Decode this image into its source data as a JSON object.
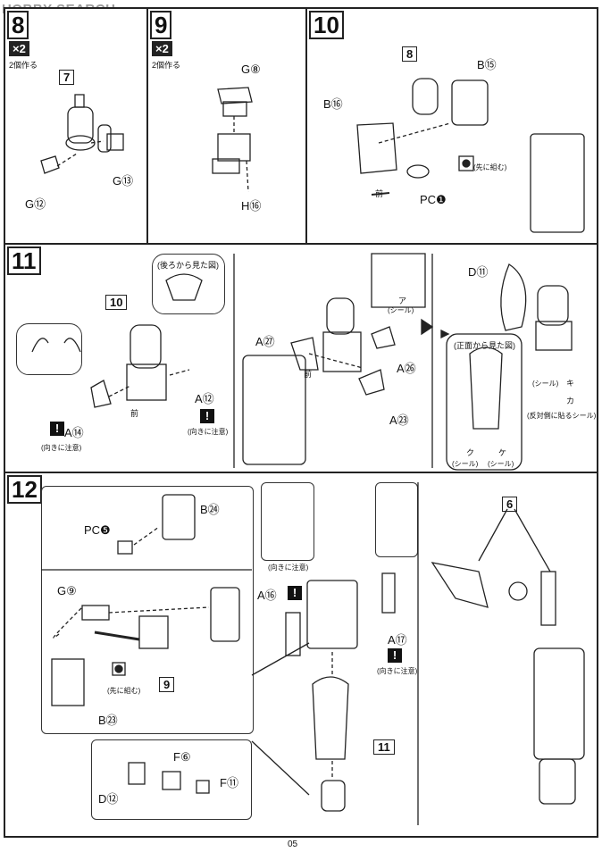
{
  "watermark": "HOBBY SEARCH",
  "page_number": "05",
  "steps": {
    "s8": {
      "num": "8",
      "repeat": "×2",
      "repeat_note": "2個作る",
      "ref": "7",
      "labels": [
        "G⑬",
        "G⑫"
      ]
    },
    "s9": {
      "num": "9",
      "repeat": "×2",
      "repeat_note": "2個作る",
      "labels": [
        "G⑧",
        "H⑯"
      ]
    },
    "s10": {
      "num": "10",
      "ref": "8",
      "labels": [
        "B⑮",
        "B⑯",
        "PC❶"
      ],
      "front": "前",
      "note_fit": "(先に組む)"
    },
    "s11": {
      "num": "11",
      "ref": "10",
      "labels": [
        "A⑭",
        "A⑫",
        "A㉗",
        "A㉖",
        "A㉓",
        "D⑪"
      ],
      "back_view": "(後ろから見た図)",
      "front_view": "(正面から見た図)",
      "care": "(向きに注意)",
      "front": "前",
      "seal_a": "(シール)",
      "seal_a_mark": "ア",
      "seal_b_marks": [
        "キ",
        "カ"
      ],
      "seal_b": "(シール)",
      "seal_opp": "(反対側に貼るシール)",
      "seal_c_marks": [
        "ク",
        "ケ"
      ],
      "seal_c": "(シール)"
    },
    "s12": {
      "num": "12",
      "labels": [
        "PC❺",
        "B㉔",
        "G⑨",
        "B㉓",
        "A⑯",
        "A⑰",
        "D⑫",
        "F⑥",
        "F⑪"
      ],
      "refs": [
        "9",
        "11",
        "6"
      ],
      "care": "(向きに注意)",
      "note_fit": "(先に組む)"
    }
  }
}
